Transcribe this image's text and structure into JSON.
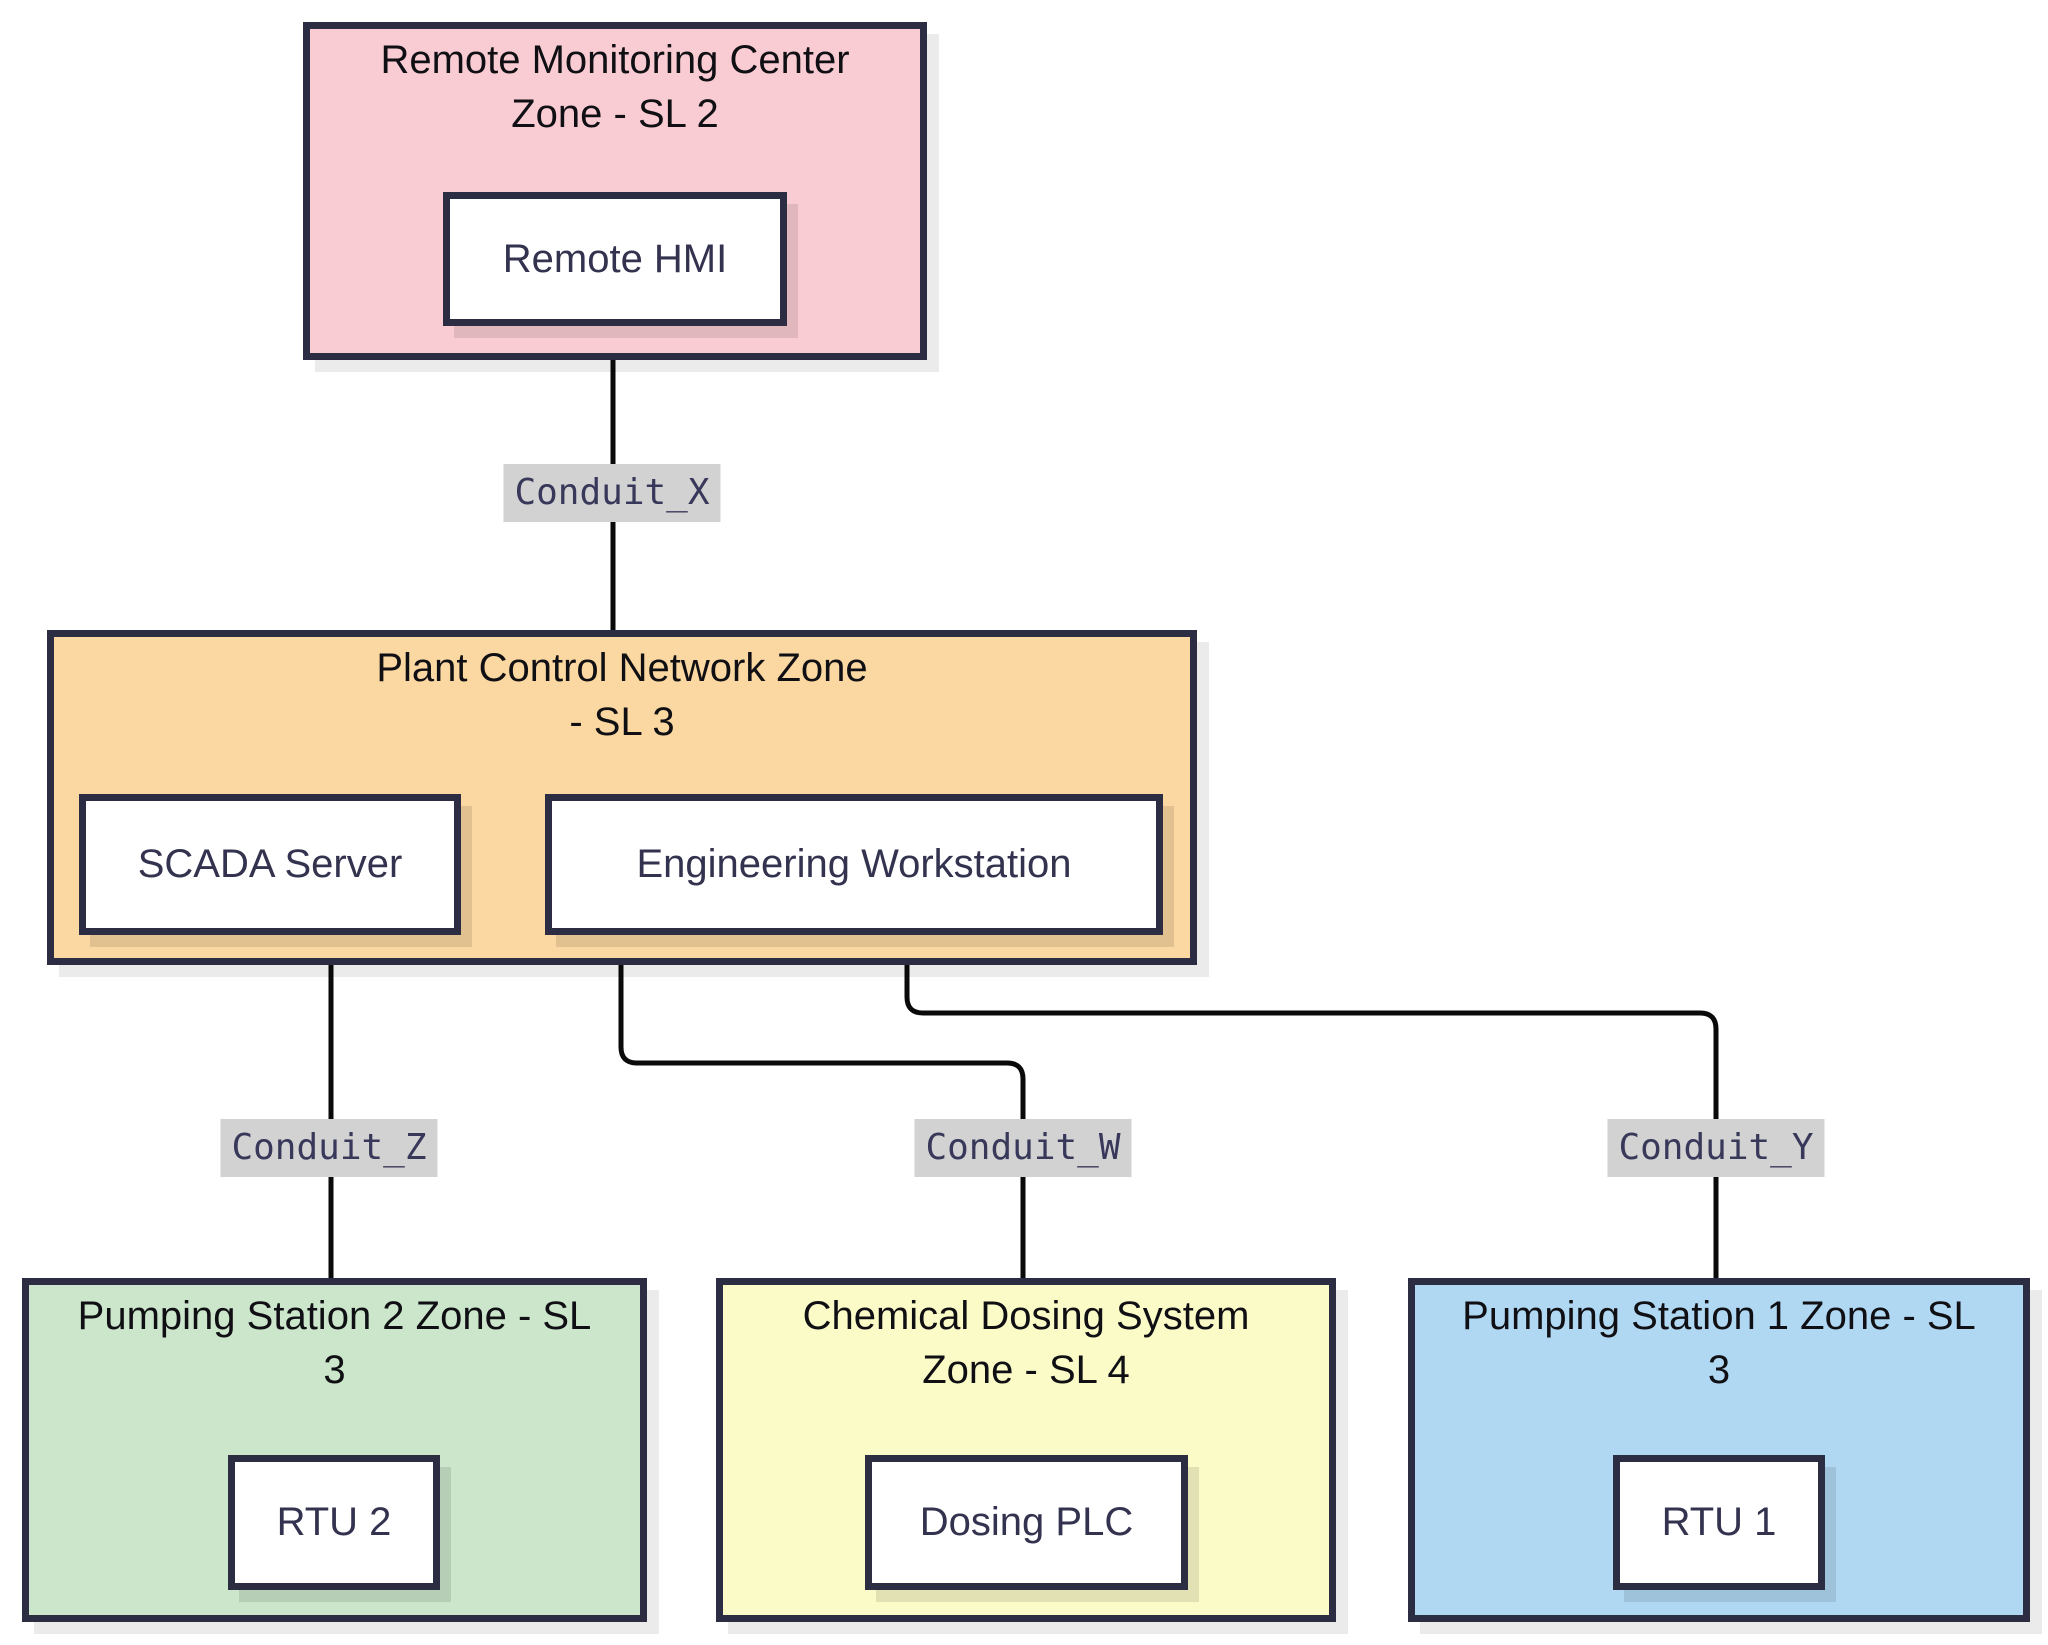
{
  "diagram_type": "zone-and-conduit network segmentation diagram",
  "colors": {
    "background": "#ffffff",
    "border": "#2c2c42",
    "edge": "#0a0a0a",
    "zone_title_text": "#101014",
    "node_text": "#33334f",
    "conduit_label_bg": "#d2d2d2",
    "conduit_label_text": "#38385a"
  },
  "zones": [
    {
      "id": "remote-monitoring",
      "title": "Remote Monitoring Center Zone - SL 2",
      "title_lines": [
        "Remote Monitoring Center",
        "Zone - SL 2"
      ],
      "fill": "#f9ccd3",
      "nodes": [
        {
          "label": "Remote HMI"
        }
      ]
    },
    {
      "id": "plant-control-network",
      "title": "Plant Control Network Zone - SL 3",
      "title_lines": [
        "Plant Control Network Zone",
        "- SL 3"
      ],
      "fill": "#fbd7a1",
      "nodes": [
        {
          "label": "SCADA Server"
        },
        {
          "label": "Engineering Workstation"
        }
      ]
    },
    {
      "id": "pumping-station-2",
      "title": "Pumping Station 2 Zone - SL 3",
      "title_lines": [
        "Pumping Station 2 Zone - SL",
        "3"
      ],
      "fill": "#cbe6cb",
      "nodes": [
        {
          "label": "RTU 2"
        }
      ]
    },
    {
      "id": "chemical-dosing",
      "title": "Chemical Dosing System Zone - SL 4",
      "title_lines": [
        "Chemical Dosing System",
        "Zone - SL 4"
      ],
      "fill": "#fbfbc8",
      "nodes": [
        {
          "label": "Dosing PLC"
        }
      ]
    },
    {
      "id": "pumping-station-1",
      "title": "Pumping Station 1 Zone - SL 3",
      "title_lines": [
        "Pumping Station 1 Zone - SL",
        "3"
      ],
      "fill": "#b0d8f3",
      "nodes": [
        {
          "label": "RTU 1"
        }
      ]
    }
  ],
  "conduits": [
    {
      "label": "Conduit_X",
      "from": "Remote Monitoring Center Zone",
      "to": "Plant Control Network Zone"
    },
    {
      "label": "Conduit_Z",
      "from": "Plant Control Network Zone",
      "to": "Pumping Station 2 Zone"
    },
    {
      "label": "Conduit_W",
      "from": "Plant Control Network Zone",
      "to": "Chemical Dosing System Zone"
    },
    {
      "label": "Conduit_Y",
      "from": "Plant Control Network Zone",
      "to": "Pumping Station 1 Zone"
    }
  ]
}
